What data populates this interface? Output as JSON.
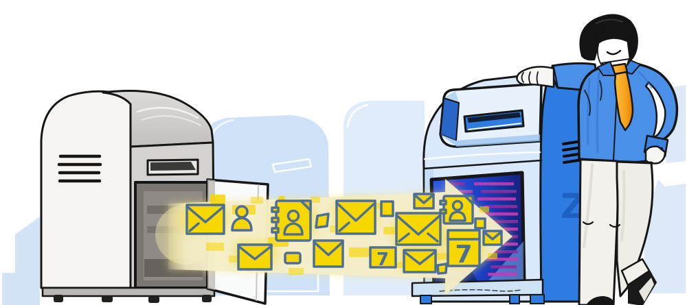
{
  "texts": {
    "calendar_digit_large": "7",
    "calendar_digit_small": "7",
    "watermark_letter": "Z"
  },
  "colors": {
    "stream_yellow": "#F6D800",
    "stream_glow_cream": "#F3ECC8",
    "icon_stroke_slate": "#4D6F96",
    "blue_mailbox_side": "#2E7CE2",
    "blue_mailbox_front": "#D9E9FB",
    "doorway_interior_blue": "#2557E0",
    "data_line_magenta": "#C03FB4",
    "gray_mailbox_front": "#D4D2CF",
    "gray_mailbox_face": "#F6F5F3",
    "background_silhouette": "#CFE2F7",
    "tie_orange": "#F6A21C",
    "shirt_blue": "#4A90E8",
    "pants_white": "#F2F1EC",
    "outline": "#161616"
  },
  "stream": {
    "icons": [
      "envelope",
      "contact-person",
      "address-book",
      "envelope",
      "envelope",
      "envelope",
      "envelope",
      "address-book",
      "calendar",
      "envelope",
      "calendar",
      "envelope",
      "envelope"
    ]
  }
}
